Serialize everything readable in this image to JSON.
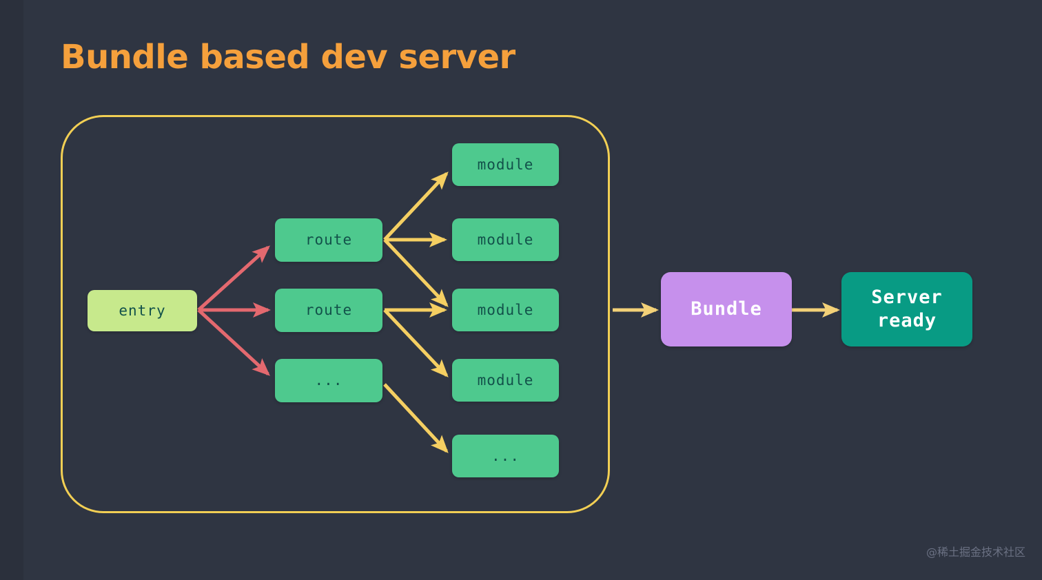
{
  "slide": {
    "title": "Bundle based dev server",
    "background_color": "#2f3542",
    "title_color": "#f5a03c",
    "watermark": "@稀土掘金技术社区"
  },
  "group_frame": {
    "label": "bundling-group-frame",
    "border_color": "#f2cf54"
  },
  "nodes": {
    "entry": {
      "label": "entry",
      "color": "#c7e98c"
    },
    "route_1": {
      "label": "route",
      "color": "#4ec98e"
    },
    "route_2": {
      "label": "route",
      "color": "#4ec98e"
    },
    "route_more": {
      "label": "...",
      "color": "#4ec98e"
    },
    "module_1": {
      "label": "module",
      "color": "#4ec98e"
    },
    "module_2": {
      "label": "module",
      "color": "#4ec98e"
    },
    "module_3": {
      "label": "module",
      "color": "#4ec98e"
    },
    "module_4": {
      "label": "module",
      "color": "#4ec98e"
    },
    "module_more": {
      "label": "...",
      "color": "#4ec98e"
    },
    "bundle": {
      "label": "Bundle",
      "color": "#c690ec"
    },
    "server_ready": {
      "label": "Server\nready",
      "line1": "Server",
      "line2": "ready",
      "color": "#089b84"
    }
  },
  "arrows": {
    "entry_to_routes_color": "#e4696f",
    "routes_to_modules_color": "#f5cf62",
    "pipeline_color": "#f3d178"
  }
}
